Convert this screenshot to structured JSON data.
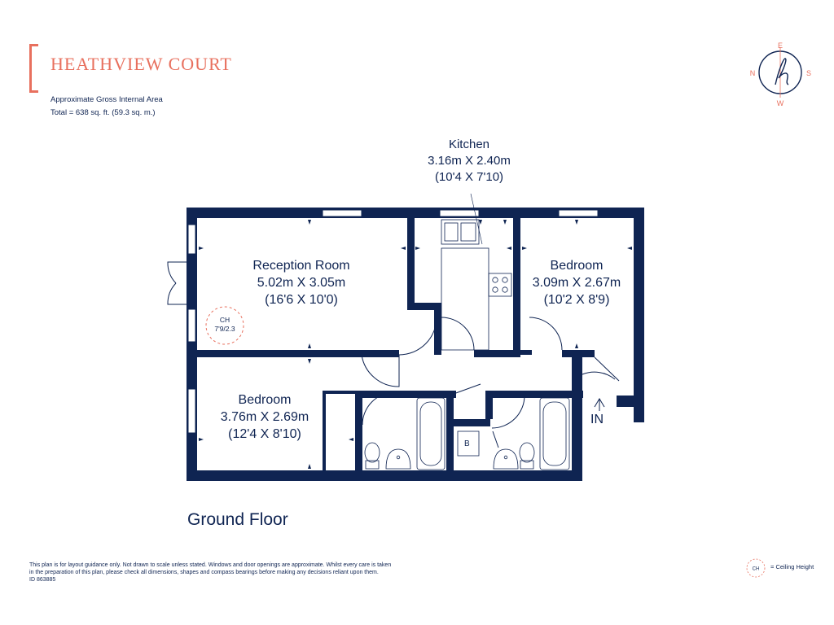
{
  "header": {
    "brand": "HEATHVIEW COURT",
    "gia_title": "Approximate Gross Internal Area",
    "gia_total": "Total  =  638 sq. ft. (59.3 sq. m.)"
  },
  "compass": {
    "north": "N",
    "east": "E",
    "south": "S",
    "west": "W",
    "logo_glyph": "h"
  },
  "rooms": {
    "kitchen": {
      "name": "Kitchen",
      "metric": "3.16m X 2.40m",
      "imperial": "(10'4 X 7'10)"
    },
    "reception": {
      "name": "Reception Room",
      "metric": "5.02m X 3.05m",
      "imperial": "(16'6 X 10'0)"
    },
    "bedroom1": {
      "name": "Bedroom",
      "metric": "3.09m X 2.67m",
      "imperial": "(10'2 X 8'9)"
    },
    "bedroom2": {
      "name": "Bedroom",
      "metric": "3.76m X 2.69m",
      "imperial": "(12'4 X 8'10)"
    }
  },
  "ceiling_marker": {
    "label": "CH",
    "value": "7'9/2.3"
  },
  "boiler_label": "B",
  "entrance_label": "IN",
  "floor_title": "Ground Floor",
  "key": {
    "symbol": "CH",
    "text": "= Ceiling Height"
  },
  "disclaimer": {
    "line1": "This plan is for layout guidance only. Not drawn to scale unless stated. Windows and door openings are approximate. Whilst every care is taken",
    "line2": "in the preparation of this plan, please check all dimensions, shapes and compass bearings before making any decisions reliant upon them.",
    "line3": "ID 863885"
  },
  "colors": {
    "wall": "#0f2452",
    "accent": "#e8705e",
    "background": "#ffffff"
  }
}
